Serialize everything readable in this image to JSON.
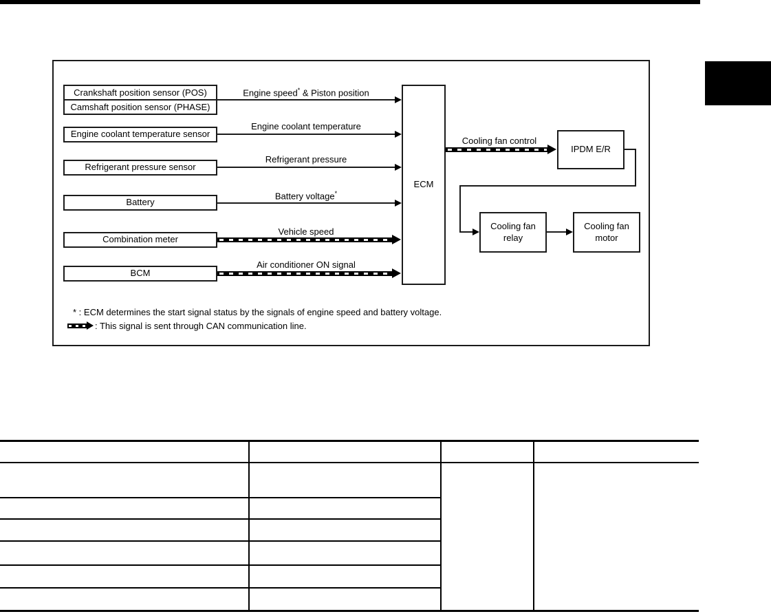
{
  "colors": {
    "ink": "#000000",
    "paper": "#ffffff"
  },
  "diagram": {
    "inputs": {
      "crank": "Crankshaft position sensor (POS)",
      "cam": "Camshaft position sensor (PHASE)",
      "coolant": "Engine coolant temperature sensor",
      "refrigerant": "Refrigerant pressure sensor",
      "battery": "Battery",
      "combo_meter": "Combination meter",
      "bcm": "BCM"
    },
    "signals": {
      "engine_speed": {
        "text": "Engine speed",
        "sup": "*",
        "rest": " & Piston position"
      },
      "coolant_temp": "Engine coolant temperature",
      "refrigerant_pressure": "Refrigerant pressure",
      "battery_voltage": {
        "text": "Battery voltage",
        "sup": "*",
        "rest": ""
      },
      "vehicle_speed": "Vehicle speed",
      "ac_on": "Air conditioner ON signal",
      "cooling_fan_control": "Cooling fan control"
    },
    "ecm": "ECM",
    "ipdm": "IPDM E/R",
    "relay": "Cooling fan relay",
    "motor": "Cooling fan motor",
    "footnotes": {
      "asterisk": "* : ECM determines the start signal status by the signals of engine speed and battery voltage.",
      "can": ": This signal is sent through CAN communication line."
    },
    "icons": {
      "can_legend": "can-dashed-arrow"
    }
  }
}
